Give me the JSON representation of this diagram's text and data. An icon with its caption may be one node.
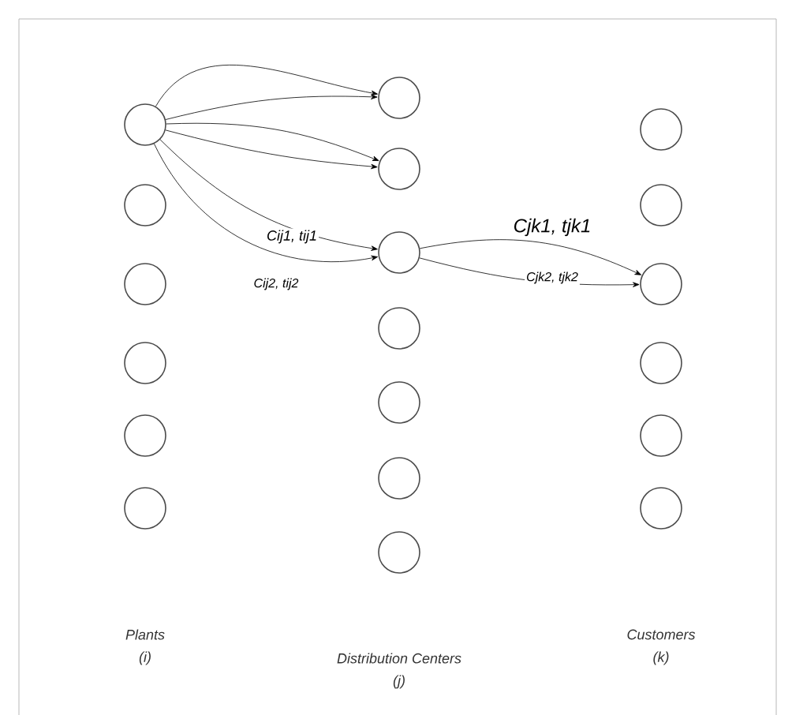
{
  "diagram": {
    "nodes": [
      {
        "text": [],
        "shape": "circle"
      },
      {
        "text": [],
        "shape": "circle"
      },
      {
        "text": [],
        "shape": "circle"
      },
      {
        "text": [],
        "shape": "circle"
      },
      {
        "text": [],
        "shape": "circle"
      },
      {
        "text": [],
        "shape": "circle"
      },
      {
        "text": [],
        "shape": "circle"
      },
      {
        "text": [],
        "shape": "circle"
      },
      {
        "text": [],
        "shape": "circle"
      },
      {
        "text": [],
        "shape": "circle"
      },
      {
        "text": [],
        "shape": "circle"
      },
      {
        "text": [],
        "shape": "circle"
      },
      {
        "text": [],
        "shape": "circle"
      },
      {
        "text": [],
        "shape": "circle"
      },
      {
        "text": [],
        "shape": "circle"
      },
      {
        "text": [],
        "shape": "circle"
      },
      {
        "text": [],
        "shape": "circle"
      },
      {
        "text": [],
        "shape": "circle"
      },
      {
        "text": [],
        "shape": "circle"
      }
    ],
    "edges": [
      {
        "from": 0,
        "to": 6,
        "arrow": "to"
      },
      {
        "from": 0,
        "to": 6,
        "arrow": "to"
      },
      {
        "from": 0,
        "to": 7,
        "arrow": "to"
      },
      {
        "from": 0,
        "to": 7,
        "arrow": "to"
      },
      {
        "from": 0,
        "to": 8,
        "arrow": "to",
        "label": "Cij1, tij1"
      },
      {
        "from": 0,
        "to": 8,
        "arrow": "to",
        "label": "Cij2, tij2"
      },
      {
        "from": 8,
        "to": 15,
        "arrow": "to",
        "label": "Cjk1, tjk1"
      },
      {
        "from": 8,
        "to": 15,
        "arrow": "to",
        "label": "Cjk2, tjk2"
      }
    ],
    "labels": [
      "Plants",
      "Customers",
      "(i)",
      "Distribution Centers",
      "(k)",
      "(j)"
    ]
  }
}
